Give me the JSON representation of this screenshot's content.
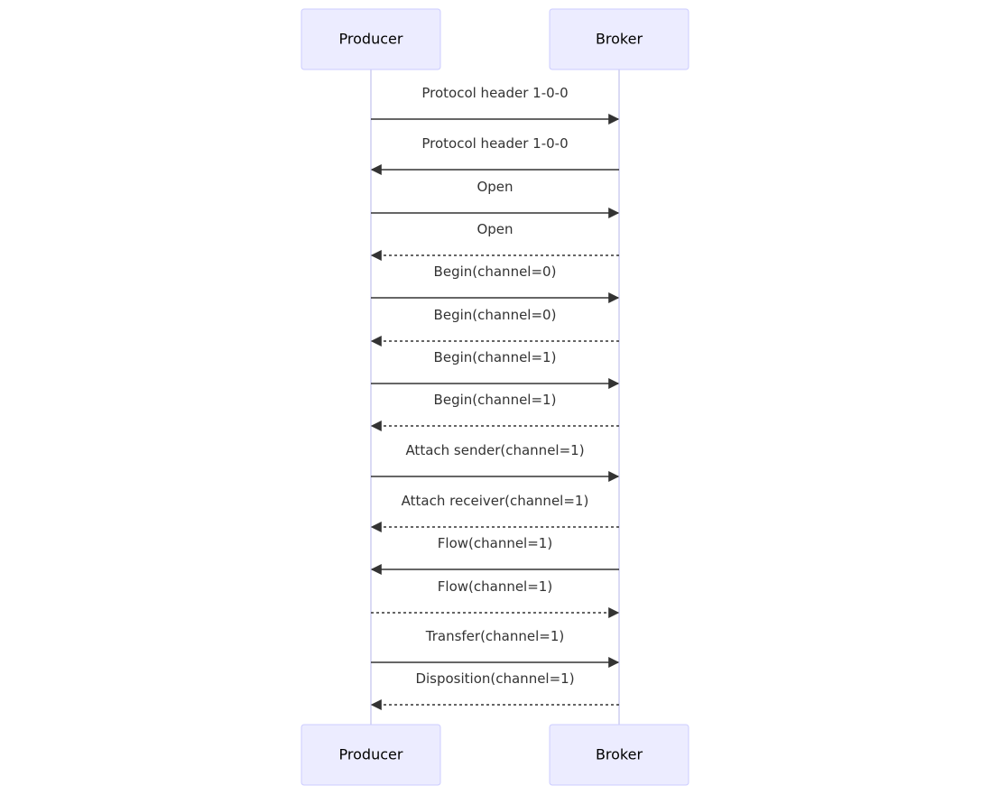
{
  "participants": [
    {
      "id": "producer",
      "label": "Producer"
    },
    {
      "id": "broker",
      "label": "Broker"
    }
  ],
  "messages": [
    {
      "from": "producer",
      "to": "broker",
      "label": "Protocol header 1-0-0",
      "style": "solid"
    },
    {
      "from": "broker",
      "to": "producer",
      "label": "Protocol header 1-0-0",
      "style": "solid"
    },
    {
      "from": "producer",
      "to": "broker",
      "label": "Open",
      "style": "solid"
    },
    {
      "from": "broker",
      "to": "producer",
      "label": "Open",
      "style": "dashed"
    },
    {
      "from": "producer",
      "to": "broker",
      "label": "Begin(channel=0)",
      "style": "solid"
    },
    {
      "from": "broker",
      "to": "producer",
      "label": "Begin(channel=0)",
      "style": "dashed"
    },
    {
      "from": "producer",
      "to": "broker",
      "label": "Begin(channel=1)",
      "style": "solid"
    },
    {
      "from": "broker",
      "to": "producer",
      "label": "Begin(channel=1)",
      "style": "dashed"
    },
    {
      "from": "producer",
      "to": "broker",
      "label": "Attach sender(channel=1)",
      "style": "solid"
    },
    {
      "from": "broker",
      "to": "producer",
      "label": "Attach receiver(channel=1)",
      "style": "dashed"
    },
    {
      "from": "broker",
      "to": "producer",
      "label": "Flow(channel=1)",
      "style": "solid"
    },
    {
      "from": "producer",
      "to": "broker",
      "label": "Flow(channel=1)",
      "style": "dashed"
    },
    {
      "from": "producer",
      "to": "broker",
      "label": "Transfer(channel=1)",
      "style": "solid"
    },
    {
      "from": "broker",
      "to": "producer",
      "label": "Disposition(channel=1)",
      "style": "dashed"
    }
  ],
  "colors": {
    "actor_fill": "#ececff",
    "actor_stroke": "#ccccff",
    "lifeline": "#cdcdf0",
    "line": "#333333"
  }
}
